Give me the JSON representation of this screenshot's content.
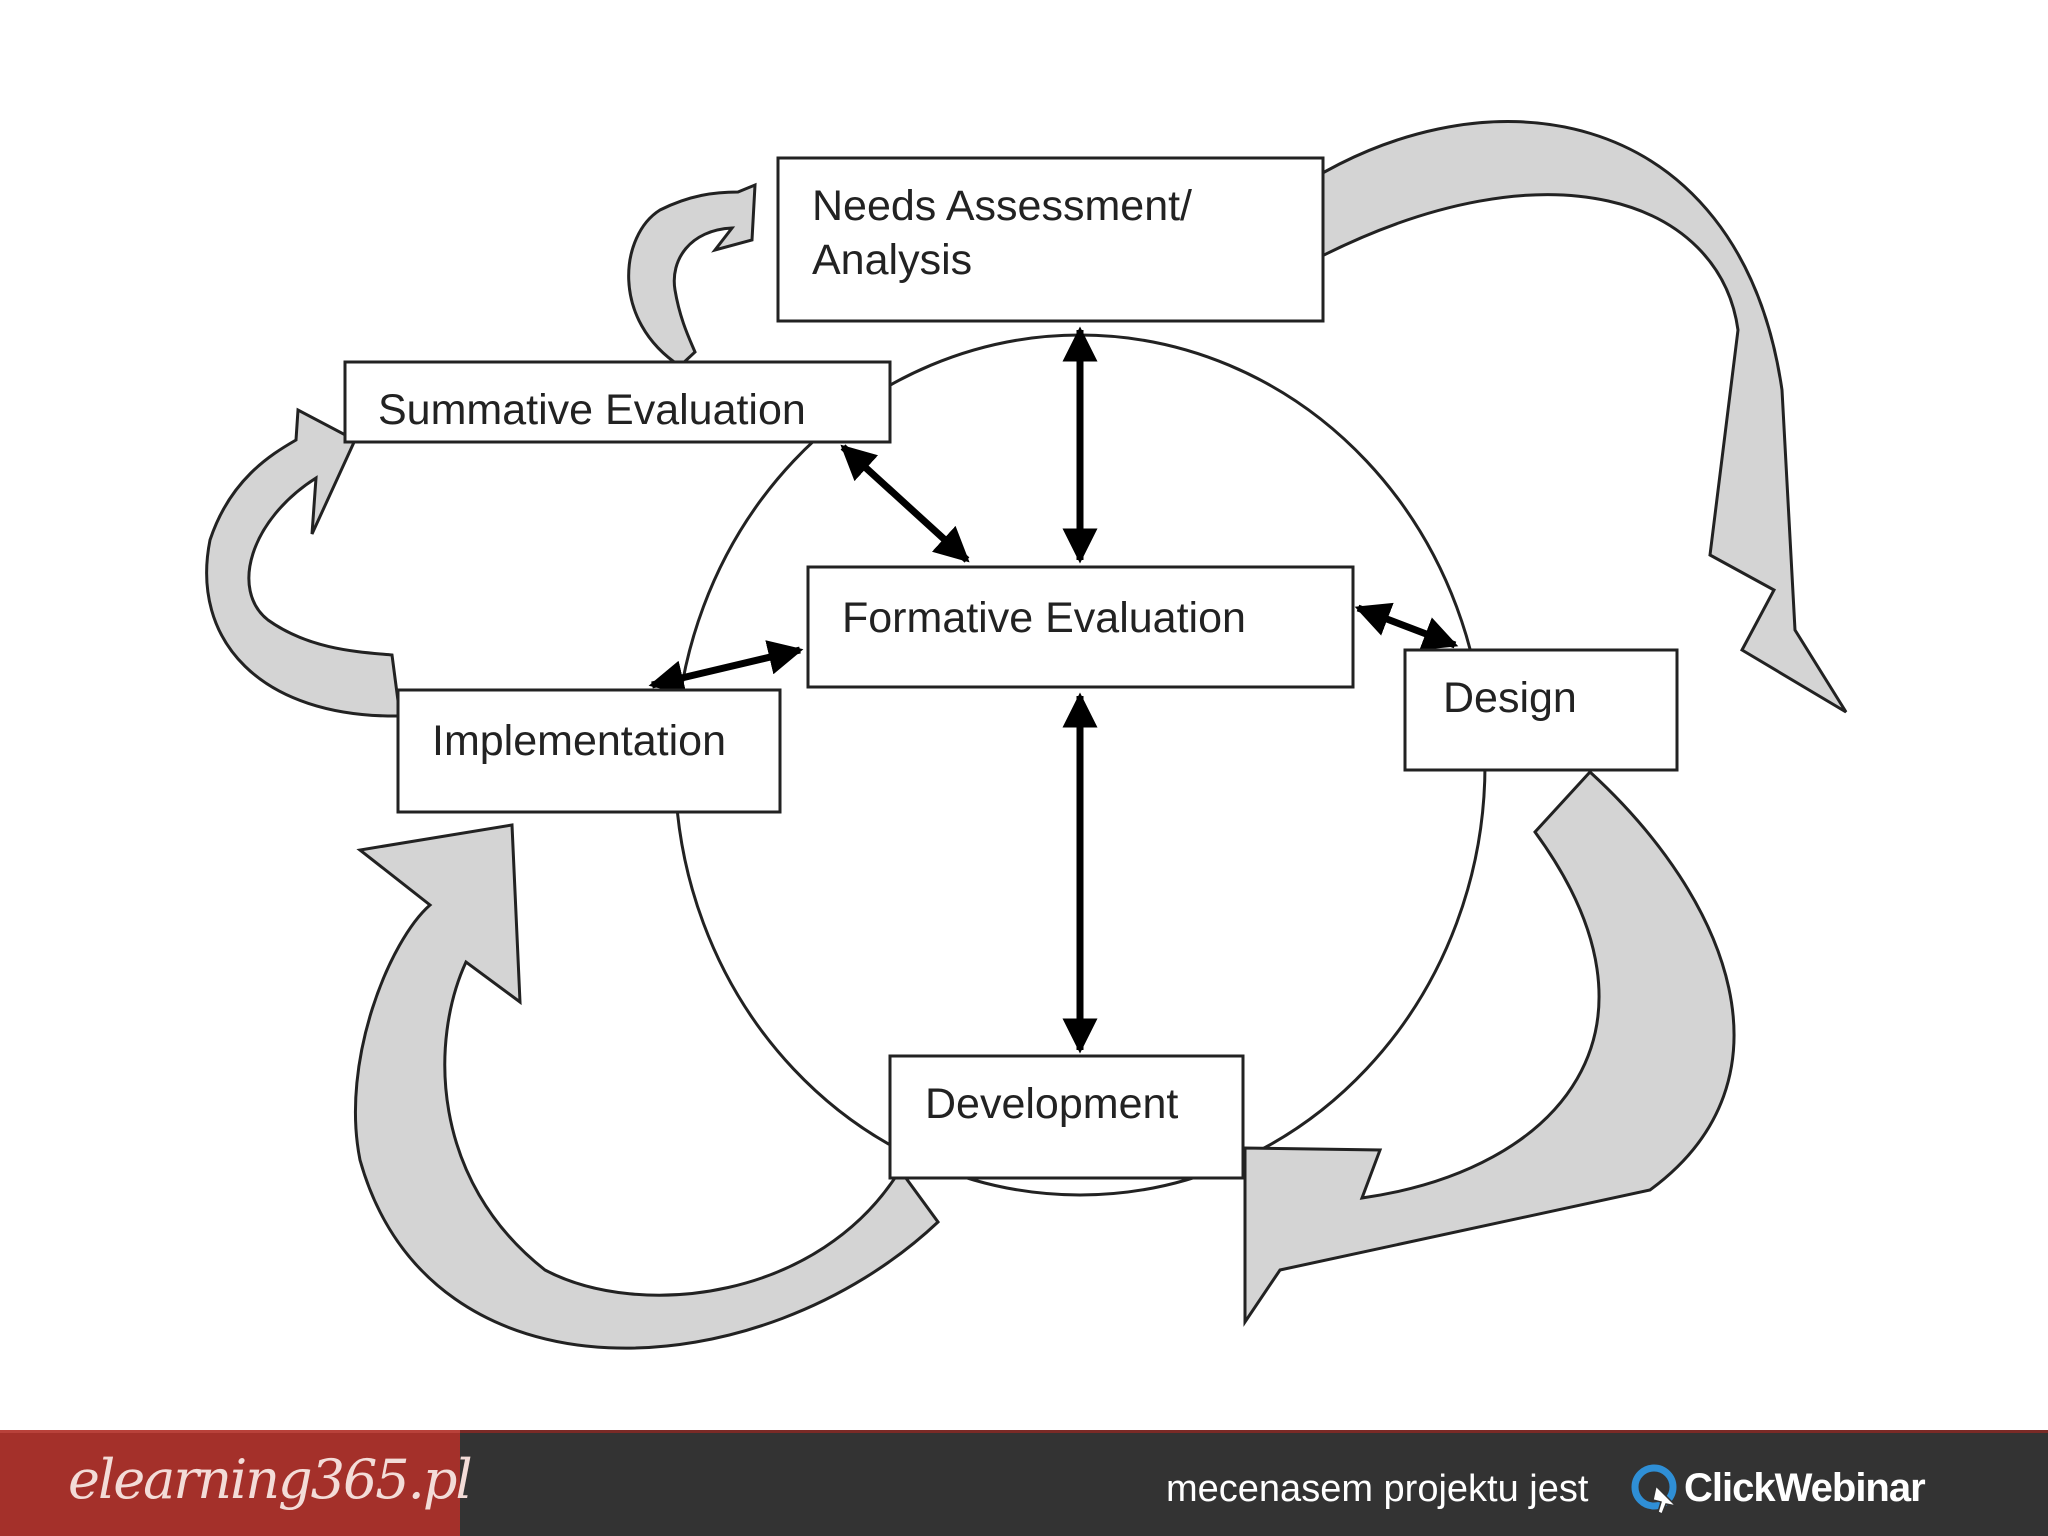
{
  "diagram": {
    "nodes": {
      "needs_assessment": {
        "line1": "Needs Assessment/",
        "line2": "Analysis"
      },
      "summative_evaluation": "Summative Evaluation",
      "formative_evaluation": "Formative Evaluation",
      "implementation": "Implementation",
      "design": "Design",
      "development": "Development"
    },
    "colors": {
      "stroke": "#222222",
      "arrow_fill": "#d4d4d4",
      "box_fill": "#ffffff"
    }
  },
  "footer": {
    "brand": "elearning365.pl",
    "sponsor_text": "mecenasem projektu jest",
    "sponsor_name": "ClickWebinar",
    "colors": {
      "left_panel": "#a4302a",
      "right_panel": "#333333"
    }
  }
}
